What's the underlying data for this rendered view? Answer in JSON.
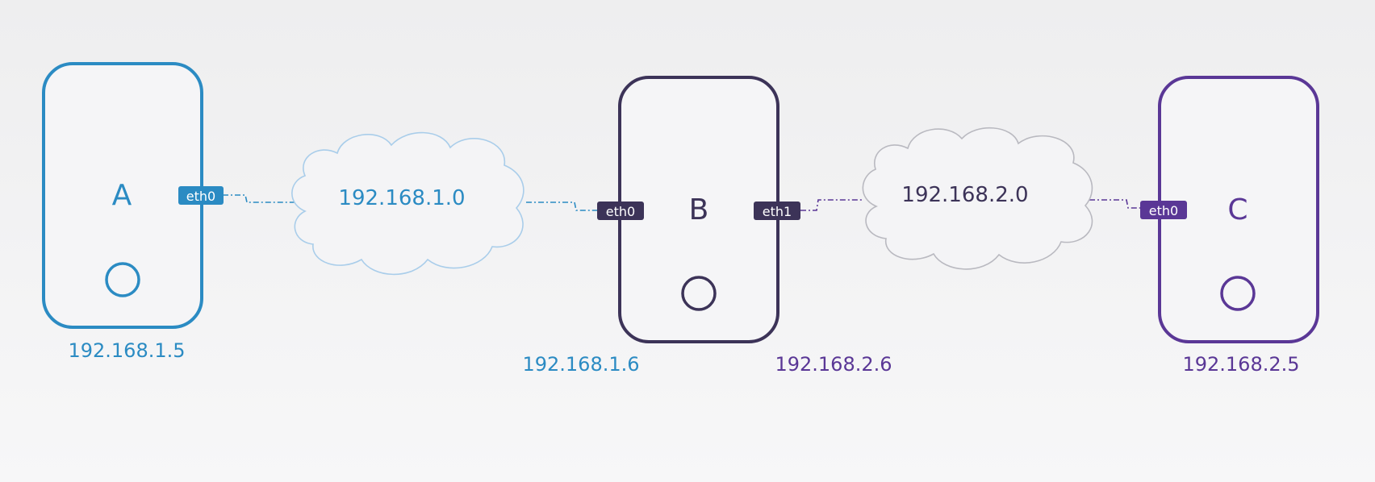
{
  "colors": {
    "blue": "#2b8bc3",
    "navy": "#3c3358",
    "purple": "#5a3796",
    "cloud_blue": "#a9cdea",
    "cloud_gray": "#b9b9c0",
    "cloud_fill": "#f4f4f6"
  },
  "devices": {
    "a": {
      "label": "A",
      "ip": "192.168.1.5",
      "button_icon": "circle-icon"
    },
    "b": {
      "label": "B",
      "ip_left": "192.168.1.6",
      "ip_right": "192.168.2.6",
      "button_icon": "circle-icon"
    },
    "c": {
      "label": "C",
      "ip": "192.168.2.5",
      "button_icon": "circle-icon"
    }
  },
  "interfaces": {
    "a_eth0": "eth0",
    "b_eth0": "eth0",
    "b_eth1": "eth1",
    "c_eth0": "eth0"
  },
  "networks": {
    "net1": {
      "label": "192.168.1.0",
      "icon": "cloud-icon"
    },
    "net2": {
      "label": "192.168.2.0",
      "icon": "cloud-icon"
    }
  }
}
